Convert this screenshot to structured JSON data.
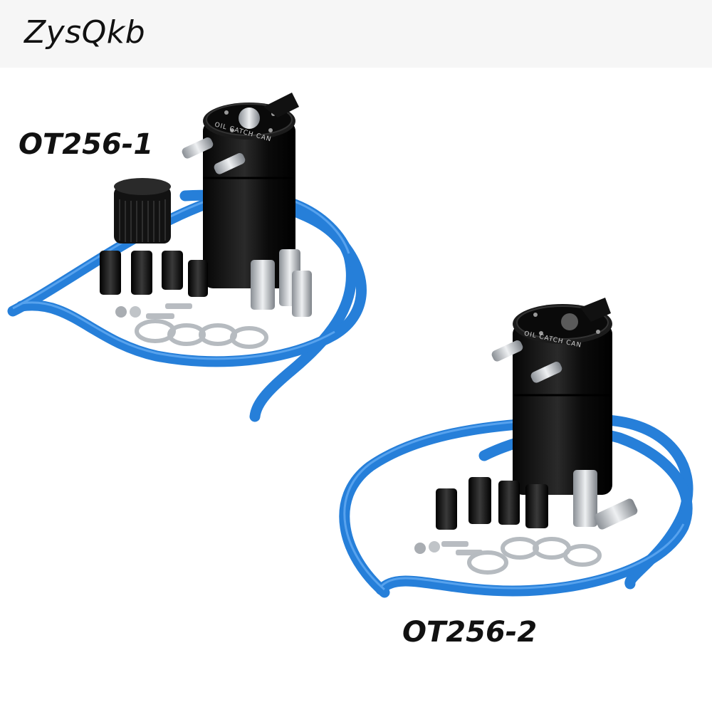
{
  "brand": {
    "name": "ZysQkb"
  },
  "products": [
    {
      "code": "OT256-1",
      "can_text": "OIL CATCH CAN"
    },
    {
      "code": "OT256-2",
      "can_text": "OIL CATCH CAN"
    }
  ],
  "colors": {
    "hose": "#1b79d8",
    "can_body": "#0d0d0d",
    "fitting_black": "#141414",
    "fitting_silver": "#c9cdd2"
  }
}
